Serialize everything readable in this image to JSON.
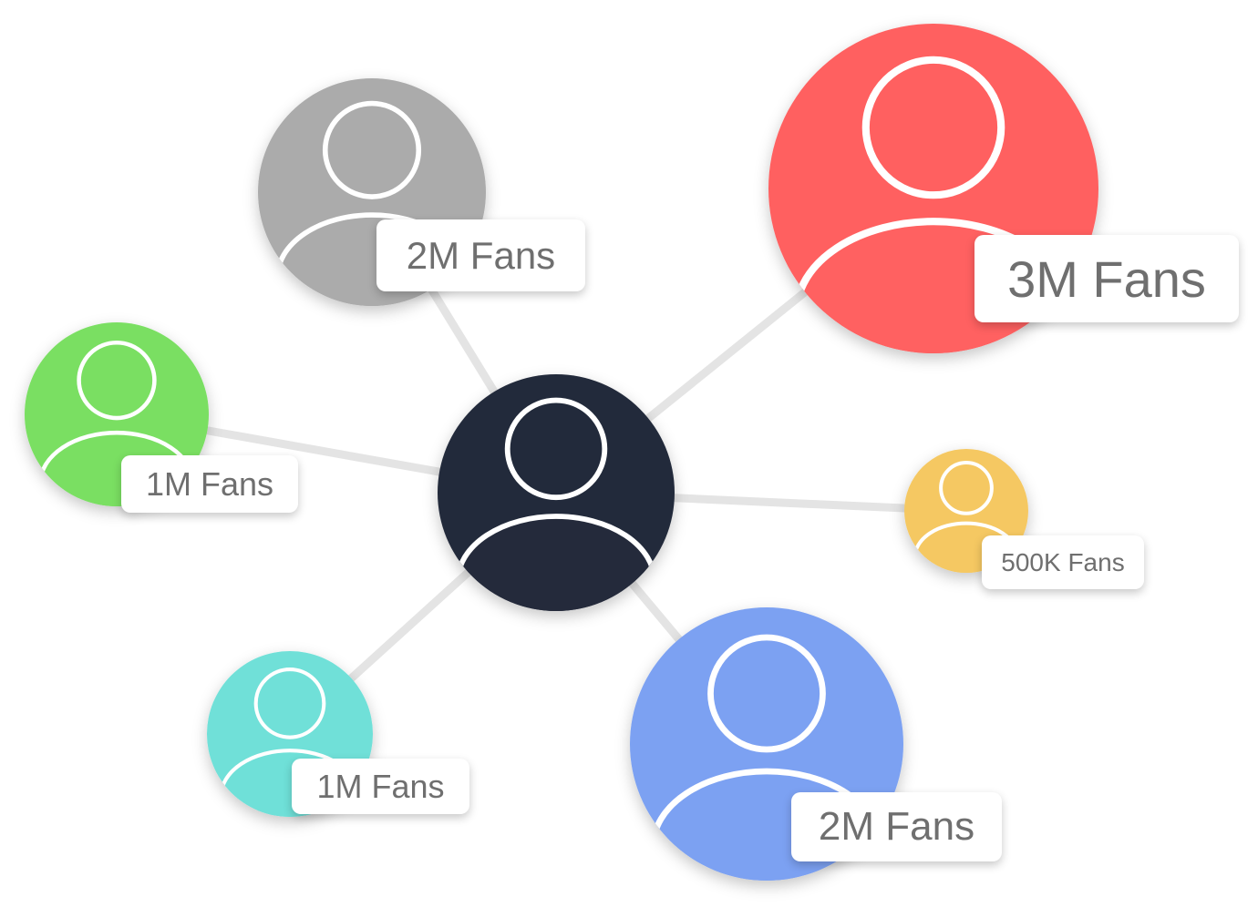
{
  "center": {
    "color": "#242a3b",
    "icon": "user-icon"
  },
  "nodes": [
    {
      "id": "gray",
      "label": "2M Fans",
      "color": "#ababab",
      "icon": "user-icon"
    },
    {
      "id": "red",
      "label": "3M Fans",
      "color": "#ff6161",
      "icon": "user-icon"
    },
    {
      "id": "green",
      "label": "1M Fans",
      "color": "#7adf62",
      "icon": "user-icon"
    },
    {
      "id": "yellow",
      "label": "500K Fans",
      "color": "#f5c862",
      "icon": "user-icon"
    },
    {
      "id": "teal",
      "label": "1M Fans",
      "color": "#6fe0d8",
      "icon": "user-icon"
    },
    {
      "id": "blue",
      "label": "2M Fans",
      "color": "#7ca1f2",
      "icon": "user-icon"
    }
  ],
  "edge_color": "#e4e4e4"
}
